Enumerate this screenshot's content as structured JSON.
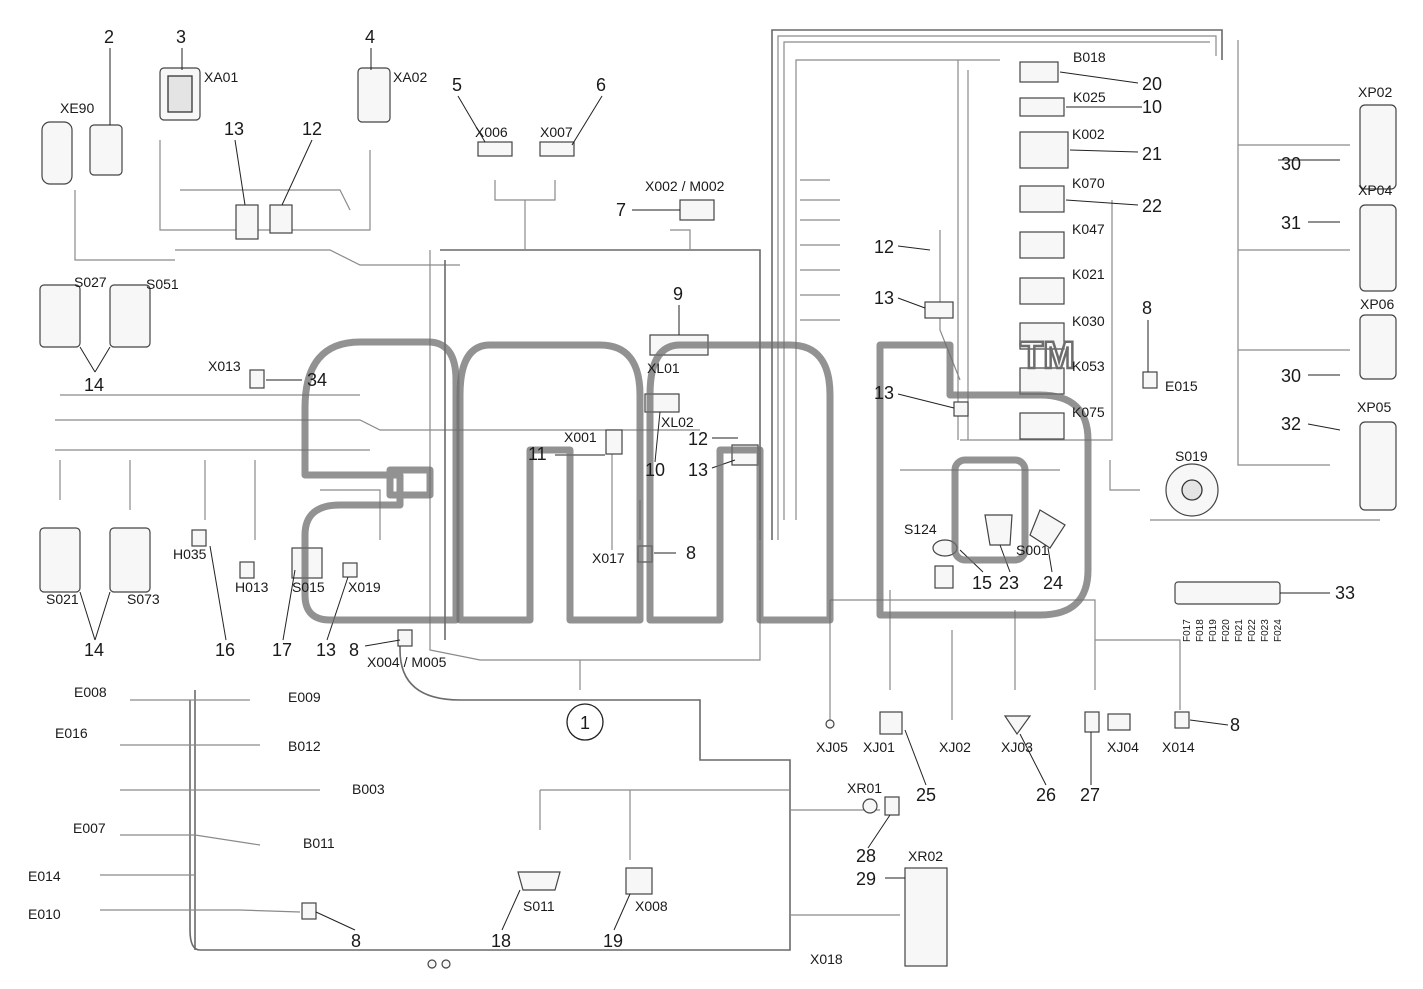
{
  "labels": {
    "xe90": "XE90",
    "xa01": "XA01",
    "xa02": "XA02",
    "x006": "X006",
    "x007": "X007",
    "x002_m002": "X002 / M002",
    "s027": "S027",
    "s051": "S051",
    "x013": "X013",
    "xl01": "XL01",
    "xl02": "XL02",
    "x001": "X001",
    "x017": "X017",
    "s021": "S021",
    "s073": "S073",
    "h035": "H035",
    "h013": "H013",
    "s015": "S015",
    "x019": "X019",
    "x004_m005": "X004 / M005",
    "b018": "B018",
    "k025": "K025",
    "k002": "K002",
    "k070": "K070",
    "k047": "K047",
    "k021": "K021",
    "k030": "K030",
    "k053": "K053",
    "k075": "K075",
    "e015": "E015",
    "s019": "S019",
    "s124": "S124",
    "s001": "S001",
    "xp02": "XP02",
    "xp04": "XP04",
    "xp06": "XP06",
    "xp05": "XP05",
    "xj05": "XJ05",
    "xj01": "XJ01",
    "xj02": "XJ02",
    "xj03": "XJ03",
    "xj04": "XJ04",
    "x014": "X014",
    "xr01": "XR01",
    "xr02": "XR02",
    "x018": "X018",
    "s011": "S011",
    "x008": "X008",
    "e008": "E008",
    "e009": "E009",
    "e016": "E016",
    "b012": "B012",
    "b003": "B003",
    "e007": "E007",
    "b011": "B011",
    "e014": "E014",
    "e010": "E010"
  },
  "fuses": [
    "F017",
    "F018",
    "F019",
    "F020",
    "F021",
    "F022",
    "F023",
    "F024"
  ],
  "callouts": {
    "c1": "1",
    "c2": "2",
    "c3": "3",
    "c4": "4",
    "c5": "5",
    "c6": "6",
    "c7": "7",
    "c8a": "8",
    "c8b": "8",
    "c8c": "8",
    "c8d": "8",
    "c8e": "8",
    "c9": "9",
    "c10a": "10",
    "c10b": "10",
    "c11": "11",
    "c12a": "12",
    "c12b": "12",
    "c12c": "12",
    "c13a": "13",
    "c13b": "13",
    "c13c": "13",
    "c13d": "13",
    "c13e": "13",
    "c14a": "14",
    "c14b": "14",
    "c15": "15",
    "c16": "16",
    "c17": "17",
    "c18": "18",
    "c19": "19",
    "c20": "20",
    "c21": "21",
    "c22": "22",
    "c23": "23",
    "c24": "24",
    "c25": "25",
    "c26": "26",
    "c27": "27",
    "c28": "28",
    "c29": "29",
    "c30a": "30",
    "c30b": "30",
    "c31": "31",
    "c32": "32",
    "c33": "33",
    "c34": "34"
  },
  "watermark": {
    "trademark": "TM"
  },
  "colors": {
    "line": "#8a8a8a",
    "ink": "#1a1a1a",
    "watermark": "#6d6d6d"
  }
}
